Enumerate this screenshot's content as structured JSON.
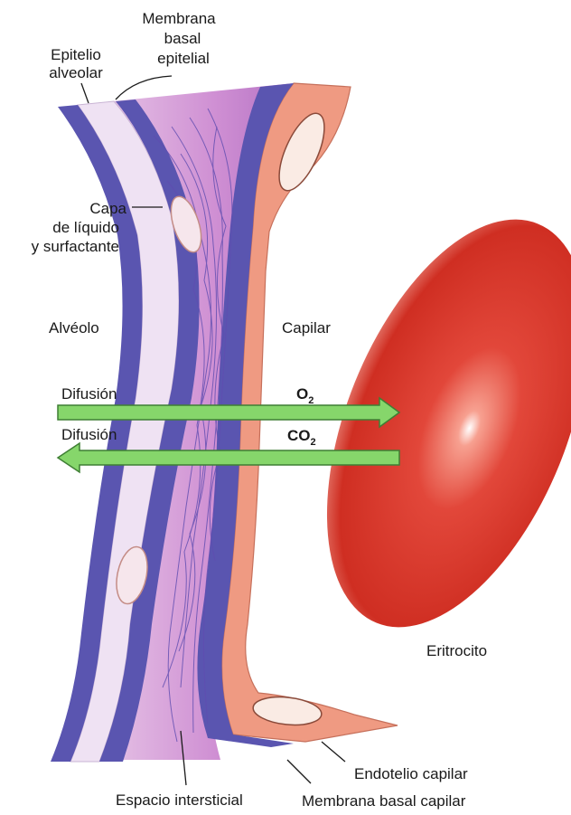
{
  "labels": {
    "epitelio_line1": "Epitelio",
    "epitelio_line2": "alveolar",
    "membrana_line1": "Membrana",
    "membrana_line2": "basal",
    "membrana_line3": "epitelial",
    "capa_line1": "Capa",
    "capa_line2": "de líquido",
    "capa_line3": "y surfactante",
    "alveolo": "Alvéolo",
    "capilar": "Capilar",
    "difusion_o2": "Difusión",
    "difusion_co2": "Difusión",
    "o2_base": "O",
    "o2_sub": "2",
    "co2_base": "CO",
    "co2_sub": "2",
    "eritrocito": "Eritrocito",
    "endotelio": "Endotelio capilar",
    "espacio": "Espacio intersticial",
    "membrana_capilar": "Membrana basal capilar"
  },
  "colors": {
    "membrane_purple": "#5a55b0",
    "interstitial_pink": "#d59ad5",
    "alveolar_fluid": "#efe2f3",
    "endothelium_salmon": "#ef9a82",
    "erythrocyte_red": "#d83a2c",
    "arrow_green": "#86d66b",
    "arrow_outline": "#3f7f34"
  }
}
